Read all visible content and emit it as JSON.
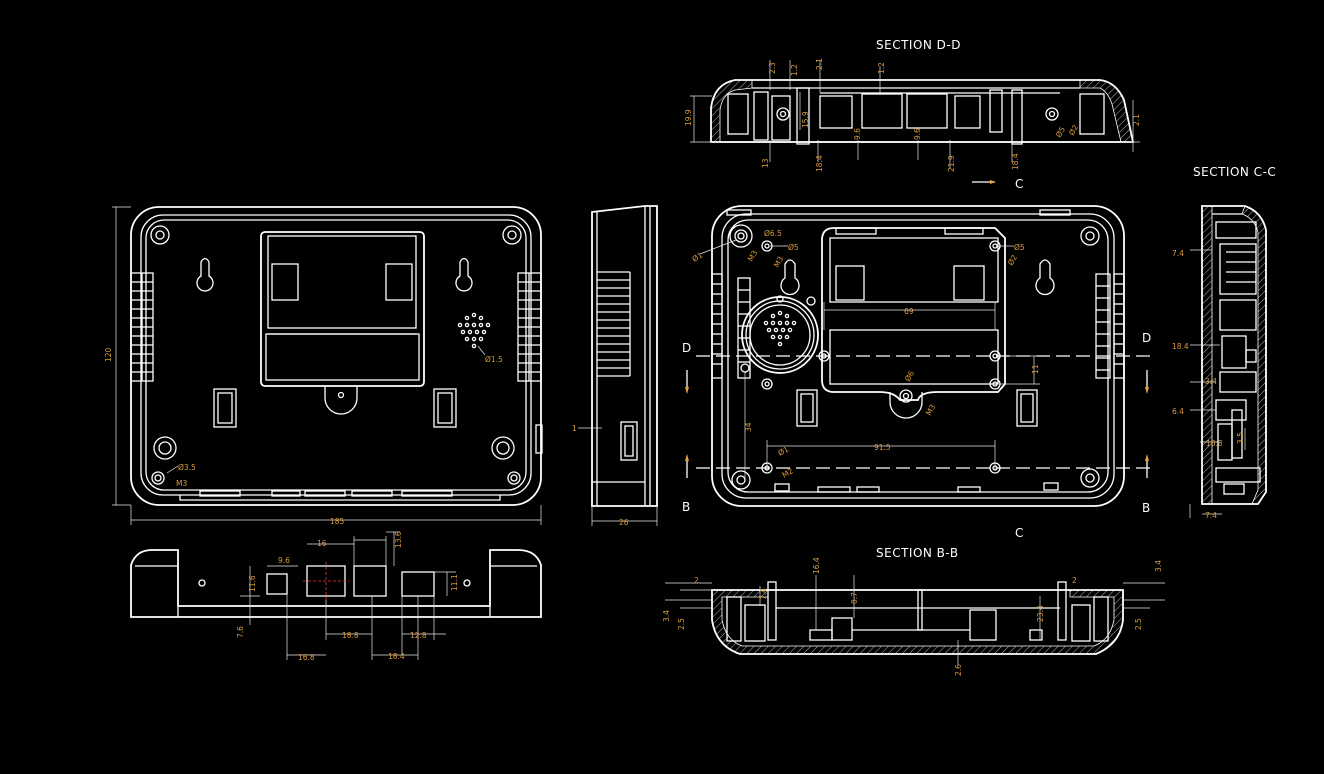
{
  "labels": {
    "section_dd": "SECTION D-D",
    "section_cc": "SECTION C-C",
    "section_bb": "SECTION B-B",
    "c_top": "C",
    "c_bottom": "C",
    "d_left": "D",
    "d_right": "D",
    "b_left": "B",
    "b_right": "B"
  },
  "dims": {
    "back_height": "120",
    "back_width": "185",
    "back_m3": "M3",
    "back_phi35": "Ø3.5",
    "back_phi15": "Ø1.5",
    "side_depth": "26",
    "side_one": "1",
    "bot_96": "9.6",
    "bot_116": "11.6",
    "bot_76": "7.6",
    "bot_168a": "16.8",
    "bot_188": "18.8",
    "bot_16": "16",
    "bot_136": "13.6",
    "bot_111": "11.1",
    "bot_128": "12.8",
    "bot_184": "18.4",
    "dd_199": "19.9",
    "dd_23": "2.3",
    "dd_12a": "1.2",
    "dd_21a": "2.1",
    "dd_12b": "1.2",
    "dd_13": "13",
    "dd_159": "15.9",
    "dd_184a": "18.4",
    "dd_96a": "9.6",
    "dd_96b": "9.6",
    "dd_219": "21.9",
    "dd_184b": "18.4",
    "dd_phi5": "Ø5",
    "dd_phi2": "Ø2",
    "dd_21b": "2.1",
    "fr_phi65": "Ø6.5",
    "fr_phi5a": "Ø5",
    "fr_phi5b": "Ø5",
    "fr_m1": "Ø1",
    "fr_m3a": "M3",
    "fr_m3b": "M3",
    "fr_phi2": "Ø2",
    "fr_69": "69",
    "fr_11": "11",
    "fr_phi6": "Ø6",
    "fr_m3c": "M3",
    "fr_34": "34",
    "fr_phi1": "Ø1",
    "fr_915": "91.5",
    "fr_m2": "M2",
    "cc_74a": "7.4",
    "cc_184": "18.4",
    "cc_34": "3.4",
    "cc_64": "6.4",
    "cc_108": "10.8",
    "cc_35": "3.5",
    "cc_74b": "7.4",
    "bb_2a": "2",
    "bb_34a": "3.4",
    "bb_25a": "2.5",
    "bb_74": "7.4",
    "bb_164": "16.4",
    "bb_07": "0.7",
    "bb_234": "23.4",
    "bb_2b": "2",
    "bb_34b": "3.4",
    "bb_25b": "2.5",
    "bb_26": "2.6"
  },
  "colors": {
    "background": "#000000",
    "geometry": "#ffffff",
    "dimension": "#d89a3c",
    "center_mark": "#ff3030"
  }
}
